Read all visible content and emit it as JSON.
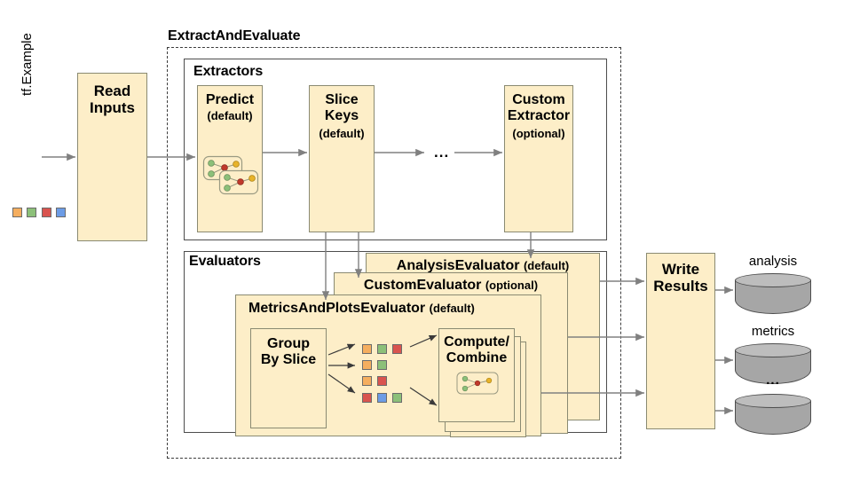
{
  "diagram": {
    "title_outer": "ExtractAndEvaluate",
    "input_label": "tf.Example",
    "read_inputs": {
      "label": "Read\nInputs"
    },
    "extractors": {
      "title": "Extractors",
      "boxes": [
        {
          "name": "Predict",
          "qualifier": "(default)",
          "icon": "model-graph-icon"
        },
        {
          "name": "Slice\nKeys",
          "qualifier": "(default)",
          "icon": ""
        },
        {
          "name": "Custom\nExtractor",
          "qualifier": "(optional)",
          "icon": ""
        }
      ],
      "ellipsis": "..."
    },
    "evaluators": {
      "title": "Evaluators",
      "analysis": {
        "name": "AnalysisEvaluator",
        "qualifier": "(default)"
      },
      "custom": {
        "name": "CustomEvaluator",
        "qualifier": "(optional)"
      },
      "metrics": {
        "name": "MetricsAndPlotsEvaluator",
        "qualifier": "(default)"
      },
      "group_by_slice": {
        "label": "Group\nBy Slice"
      },
      "compute_combine": {
        "label": "Compute/\nCombine",
        "icon": "model-graph-icon"
      },
      "slice_swatches": [
        [
          "orange",
          "green",
          "red"
        ],
        [
          "orange",
          "green"
        ],
        [
          "orange",
          "red"
        ],
        [
          "red",
          "blue",
          "green"
        ]
      ]
    },
    "write_results": {
      "label": "Write\nResults"
    },
    "outputs": [
      {
        "label": "analysis"
      },
      {
        "label": "metrics"
      },
      {
        "label": "..."
      }
    ],
    "input_swatches": [
      "orange",
      "green",
      "red",
      "blue"
    ],
    "colors": {
      "box_fill": "#fdeec8",
      "box_stroke": "#8a8a72",
      "container_stroke": "#4d4d4d",
      "dashed_stroke": "#3c3c3c",
      "wire": "#808080",
      "arrow_dark": "#333333",
      "cylinder_body": "#a6a6a6",
      "cylinder_top": "#bdbdbd",
      "swatch_orange": "#f5ae5f",
      "swatch_green": "#8cc079",
      "swatch_red": "#d9544f",
      "swatch_blue": "#6c9ce6"
    }
  }
}
